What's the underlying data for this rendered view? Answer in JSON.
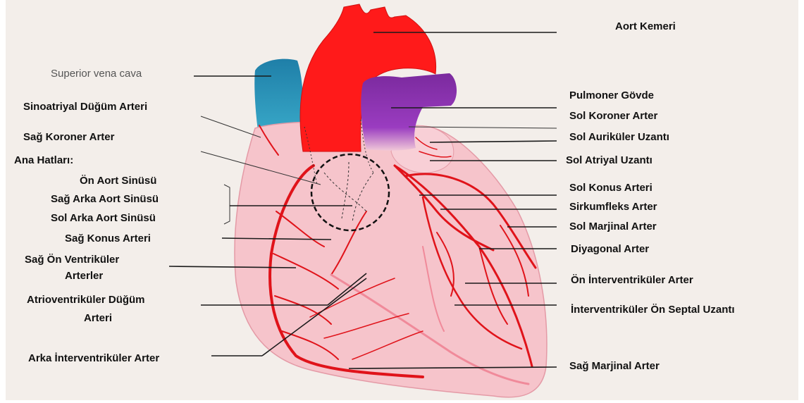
{
  "labels": {
    "aort_kemeri": "Aort Kemeri",
    "superior_vena_cava": "Superior vena cava",
    "pulmoner_govde": "Pulmoner Gövde",
    "sinoatriyal": "Sinoatriyal Düğüm Arteri",
    "sol_koroner": "Sol Koroner Arter",
    "sag_koroner": "Sağ Koroner Arter",
    "sol_auriculer": "Sol Auriküler Uzantı",
    "ana_hatlari": "Ana Hatları:",
    "sol_atriyal": "Sol Atriyal Uzantı",
    "on_aort_sinusu": "Ön Aort Sinüsü",
    "sol_konus": "Sol Konus Arteri",
    "sag_arka_aort_sinusu": "Sağ Arka Aort Sinüsü",
    "sirkumfleks": "Sirkumfleks Arter",
    "sol_arka_aort_sinusu": "Sol Arka Aort Sinüsü",
    "sol_marjinal": "Sol Marjinal Arter",
    "sag_konus": "Sağ Konus Arteri",
    "diyagonal": "Diyagonal Arter",
    "sag_on_ventrikuler_1": "Sağ Ön Ventriküler",
    "sag_on_ventrikuler_2": "Arterler",
    "on_interventrikuler": "Ön İnterventriküler Arter",
    "atrioventrikuler_1": "Atrioventriküler Düğüm",
    "atrioventrikuler_2": "Arteri",
    "septal_uzanti": "İnterventriküler Ön Septal Uzantı",
    "arka_interventrikuler": "Arka İnterventriküler Arter",
    "sag_marjinal": "Sağ Marjinal Arter"
  },
  "colors": {
    "aorta": "#ff1a1a",
    "pulmonary_trunk": "#7b2a9e",
    "vena_cava": "#1f7fa8",
    "myocardium": "#f6c4cb",
    "artery": "#e0131a",
    "panel_background": "#f3eeea"
  }
}
